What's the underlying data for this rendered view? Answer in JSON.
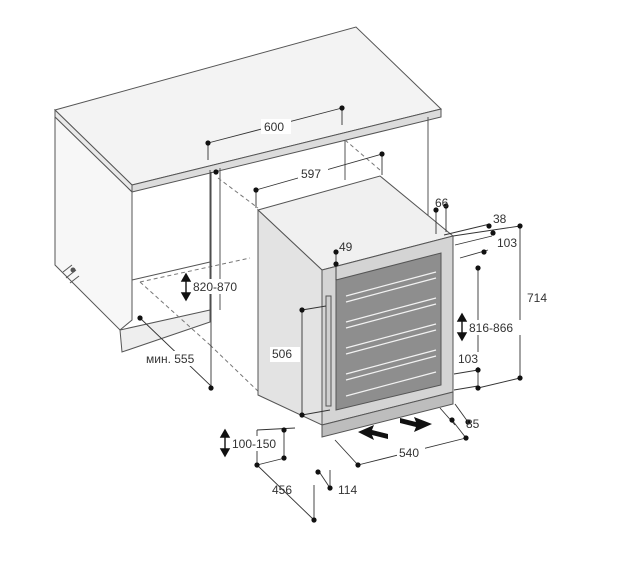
{
  "diagram": {
    "dimensions": {
      "counter_width": "600",
      "niche_width": "597",
      "appliance_depth": "66",
      "door_depth": "38",
      "door_panel": "103",
      "top_offset": "49",
      "niche_height": "820-870",
      "appliance_height": "714",
      "adjust_height": "816-866",
      "inner_height": "506",
      "min_niche_depth": "мин. 555",
      "plinth_offset": "103",
      "foot_depth": "85",
      "plinth_height": "100-150",
      "base_width": "540",
      "plinth_depth": "456",
      "foot_inset": "114"
    },
    "colors": {
      "line": "#555555",
      "dim_line": "#333333",
      "countertop": "#f2f2f2",
      "appliance": "#e6e6e6",
      "glass": "#8a8a8a",
      "arrow": "#222222"
    },
    "icons": [
      "vent-symbol-icon",
      "airflow-in-arrow-icon",
      "airflow-out-arrow-icon",
      "double-arrow-icon"
    ]
  }
}
